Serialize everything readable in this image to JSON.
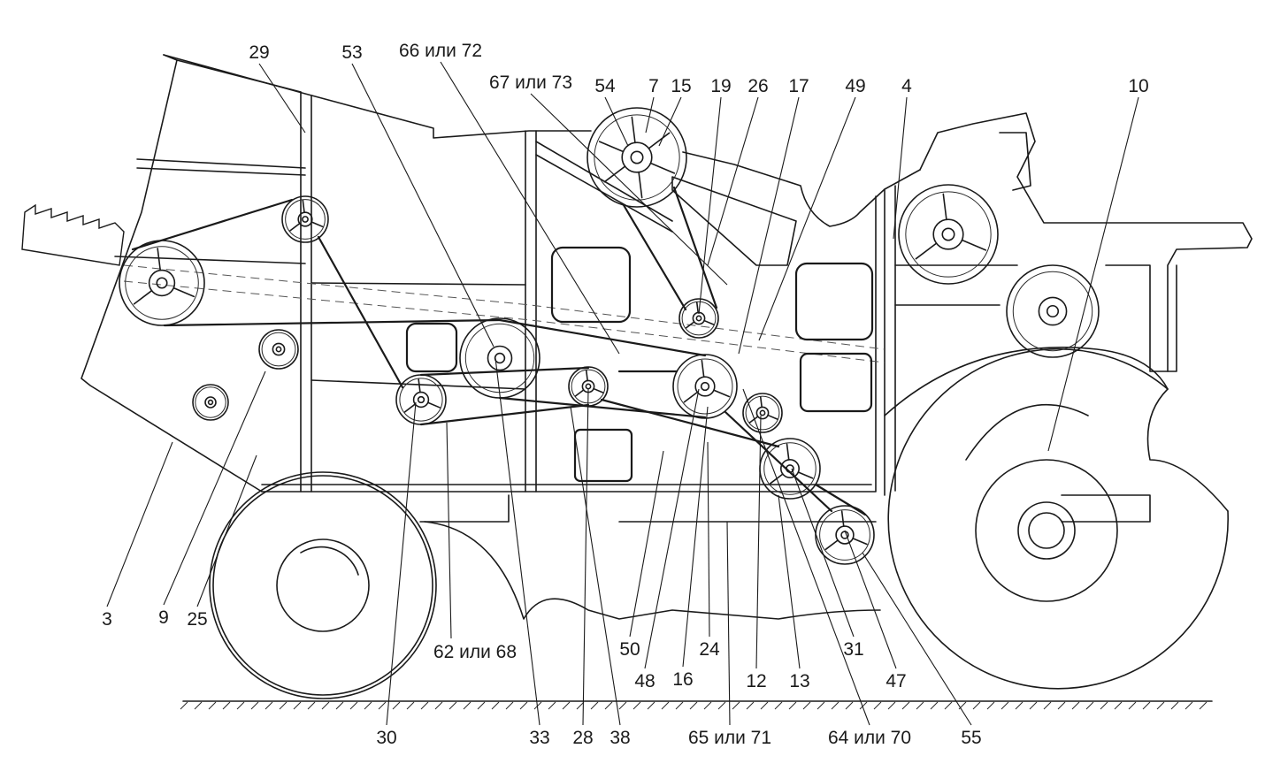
{
  "callouts": [
    "29",
    "53",
    "66 или 72",
    "67 или 73",
    "54",
    "7",
    "15",
    "19",
    "26",
    "17",
    "49",
    "4",
    "10",
    "3",
    "9",
    "25",
    "62 или 68",
    "30",
    "33",
    "28",
    "38",
    "50",
    "48",
    "16",
    "24",
    "12",
    "13",
    "65 или 71",
    "31",
    "64 или 70",
    "47",
    "55"
  ]
}
